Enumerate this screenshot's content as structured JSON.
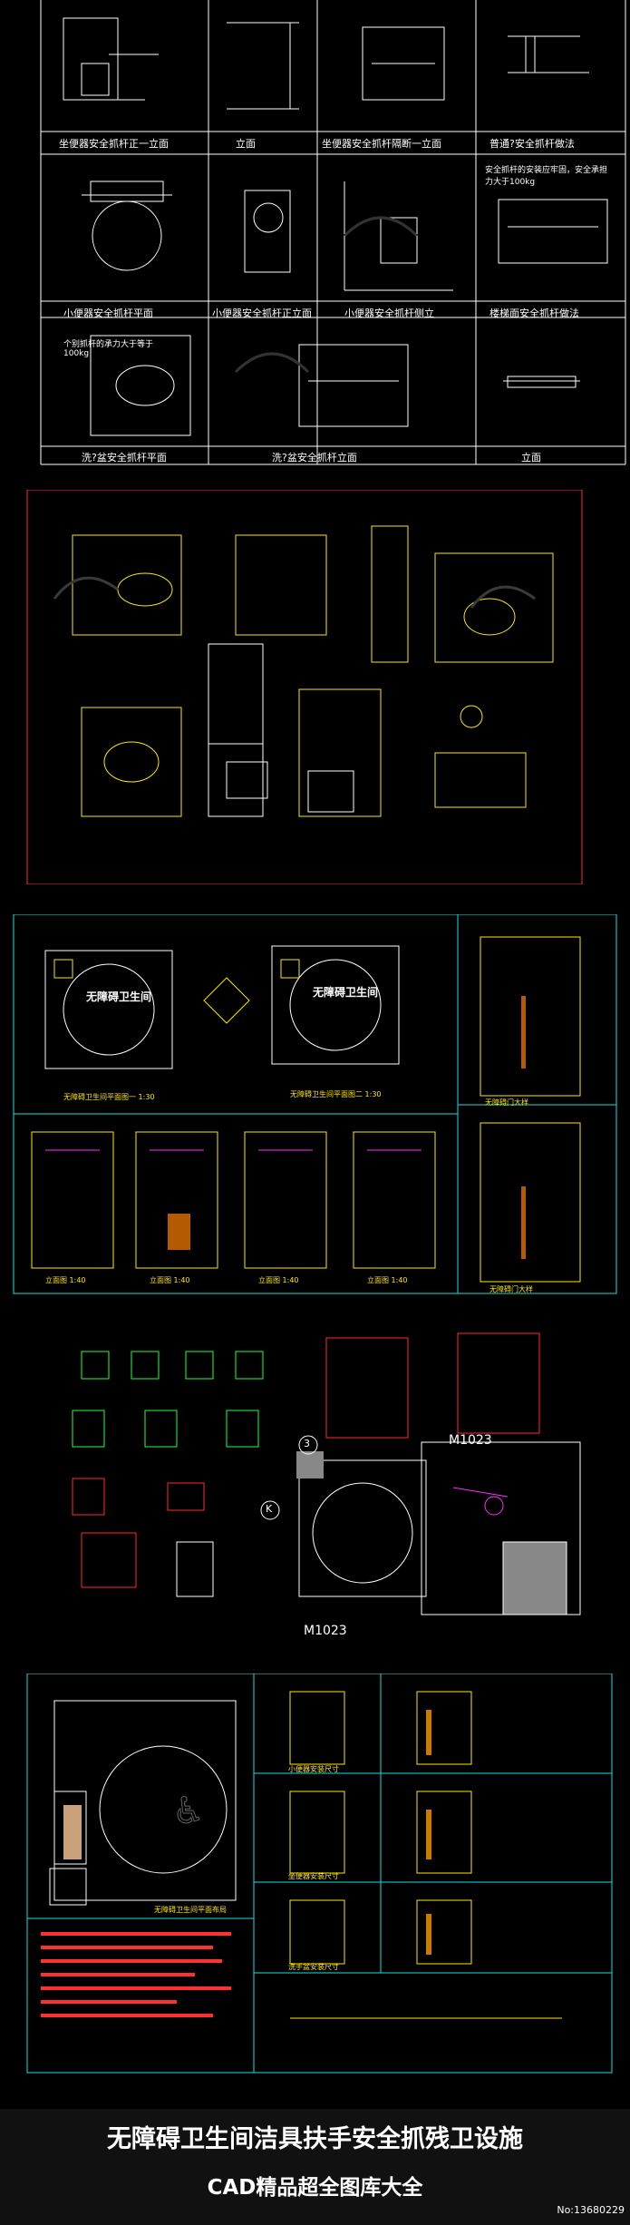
{
  "panel1": {
    "captions": [
      "坐便器安全抓杆正一立面",
      "立面",
      "坐便器安全抓杆隔断一立面",
      "普通?安全抓杆做法",
      "小便器安全抓杆平面",
      "小便器安全抓杆正立面",
      "小便器安全抓杆侧立",
      "楼梯面安全抓杆做法",
      "洗?盆安全抓杆平面",
      "洗?盆安全抓杆立面",
      "立面"
    ],
    "notes": [
      "个别抓杆的承力大于等于100kg",
      "安全抓杆的安装应牢固，安全承担力大于100kg"
    ]
  },
  "panel3": {
    "captions": [
      "无障碍卫生间平面图一 1:30",
      "无障碍卫生间平面图二 1:30",
      "无障碍门大样",
      "无障碍门大样",
      "立面图 1:40",
      "立面图 1:40",
      "立面图 1:40",
      "立面图 1:40"
    ],
    "room_label": "无障碍卫生间"
  },
  "panel4": {
    "door_code_1": "M1023",
    "door_code_2": "M1023",
    "marker_a": "3",
    "marker_b": "K"
  },
  "panel5": {
    "captions": [
      "无障碍卫生间平面布局",
      "小便器安装尺寸",
      "坐便器安装尺寸",
      "洗手盆安装尺寸"
    ]
  },
  "footer": {
    "title": "无障碍卫生间洁具扶手安全抓残卫设施",
    "subtitle": "CAD精品超全图库大全",
    "number": "No:13680229"
  },
  "colors": {
    "accent_yellow": "#ffe600",
    "cyan_frame": "#19e0e0",
    "red_frame": "#ff2a2a",
    "green": "#20ff40"
  }
}
